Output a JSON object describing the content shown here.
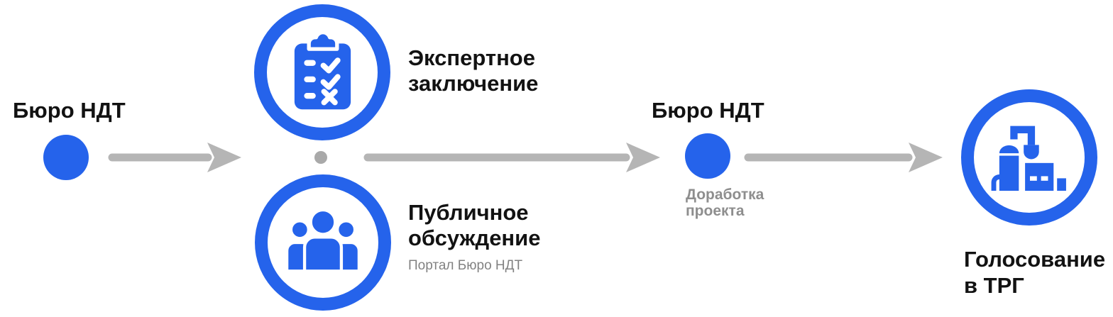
{
  "colors": {
    "blue": "#2563eb",
    "arrow_gray": "#b5b5b5",
    "dot_gray": "#a9a9a9",
    "note_gray": "#8e8e8e",
    "subtitle_gray": "#828282",
    "text": "#121212",
    "background": "#ffffff"
  },
  "nodes": {
    "bureau_start": {
      "label": "Бюро НДТ"
    },
    "expert_review": {
      "title_line1": "Экспертное",
      "title_line2": "заключение",
      "icon": "clipboard-checklist-icon"
    },
    "public_discussion": {
      "title_line1": "Публичное",
      "title_line2": "обсуждение",
      "subtitle": "Портал Бюро НДТ",
      "icon": "people-group-icon"
    },
    "bureau_revision": {
      "label": "Бюро НДТ",
      "note_line1": "Доработка",
      "note_line2": "проекта"
    },
    "trg_voting": {
      "title_line1": "Голосование",
      "title_line2": "в ТРГ",
      "icon": "factory-icon"
    }
  }
}
